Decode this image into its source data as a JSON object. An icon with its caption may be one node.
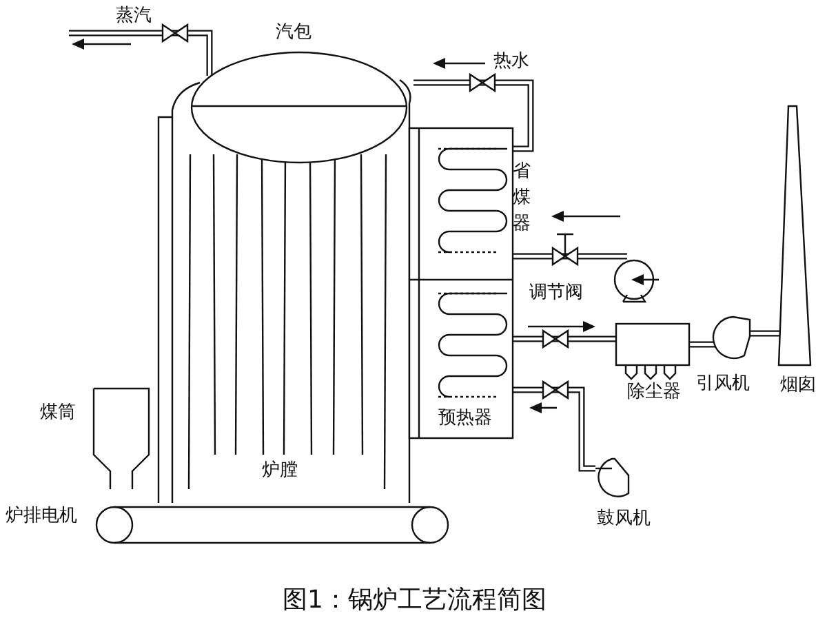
{
  "diagram": {
    "caption": "图1：锅炉工艺流程简图",
    "labels": [
      "蒸汽",
      "汽包",
      "热水",
      "省煤器",
      "调节阀",
      "预热器",
      "除尘器",
      "引风机",
      "烟囱",
      "煤筒",
      "炉膛",
      "炉排电机",
      "鼓风机"
    ]
  }
}
